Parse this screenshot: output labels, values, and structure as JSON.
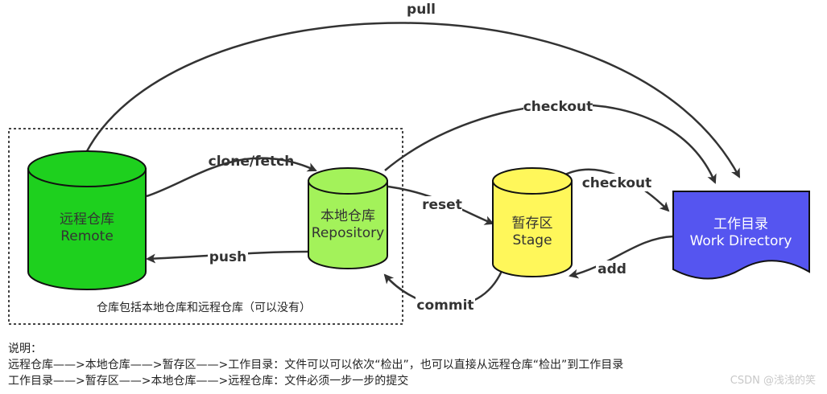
{
  "nodes": {
    "remote": {
      "title": "远程仓库",
      "subtitle": "Remote",
      "color": "#1ed01e"
    },
    "repository": {
      "title": "本地仓库",
      "subtitle": "Repository",
      "color": "#a3f25a"
    },
    "stage": {
      "title": "暂存区",
      "subtitle": "Stage",
      "color": "#fff75a"
    },
    "workdir": {
      "title": "工作目录",
      "subtitle": "Work Directory",
      "color": "#5555f0"
    }
  },
  "edges": {
    "pull": "pull",
    "checkout_top": "checkout",
    "clone_fetch": "clone/fetch",
    "reset": "reset",
    "checkout_mid": "checkout",
    "push": "push",
    "add": "add",
    "commit": "commit"
  },
  "container_caption": "仓库包括本地仓库和远程仓库（可以没有）",
  "notes": {
    "title": "说明：",
    "line1": "远程仓库——>本地仓库——>暂存区——>工作目录：文件可以可以依次“检出”，也可以直接从远程仓库“检出”到工作目录",
    "line2": "工作目录——>暂存区——>本地仓库——>远程仓库：文件必须一步一步的提交"
  },
  "watermark": "CSDN @浅浅的笑"
}
